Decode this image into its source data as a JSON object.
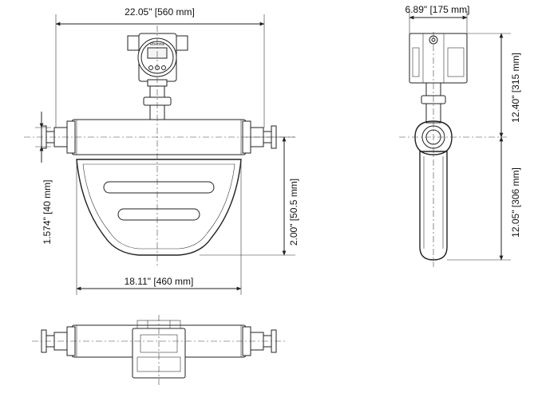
{
  "dimensions": {
    "overall_length": "22.05\" [560 mm]",
    "housing_width": "6.89\" [175 mm]",
    "height_upper": "12.40\" [315 mm]",
    "height_lower": "12.05\" [306 mm]",
    "inlet_offset": "1.574\" [40 mm]",
    "bottom_clearance": "2.00\" [50.5 mm]",
    "body_length": "18.11\" [460 mm]"
  },
  "display_brand": "Rheonik"
}
